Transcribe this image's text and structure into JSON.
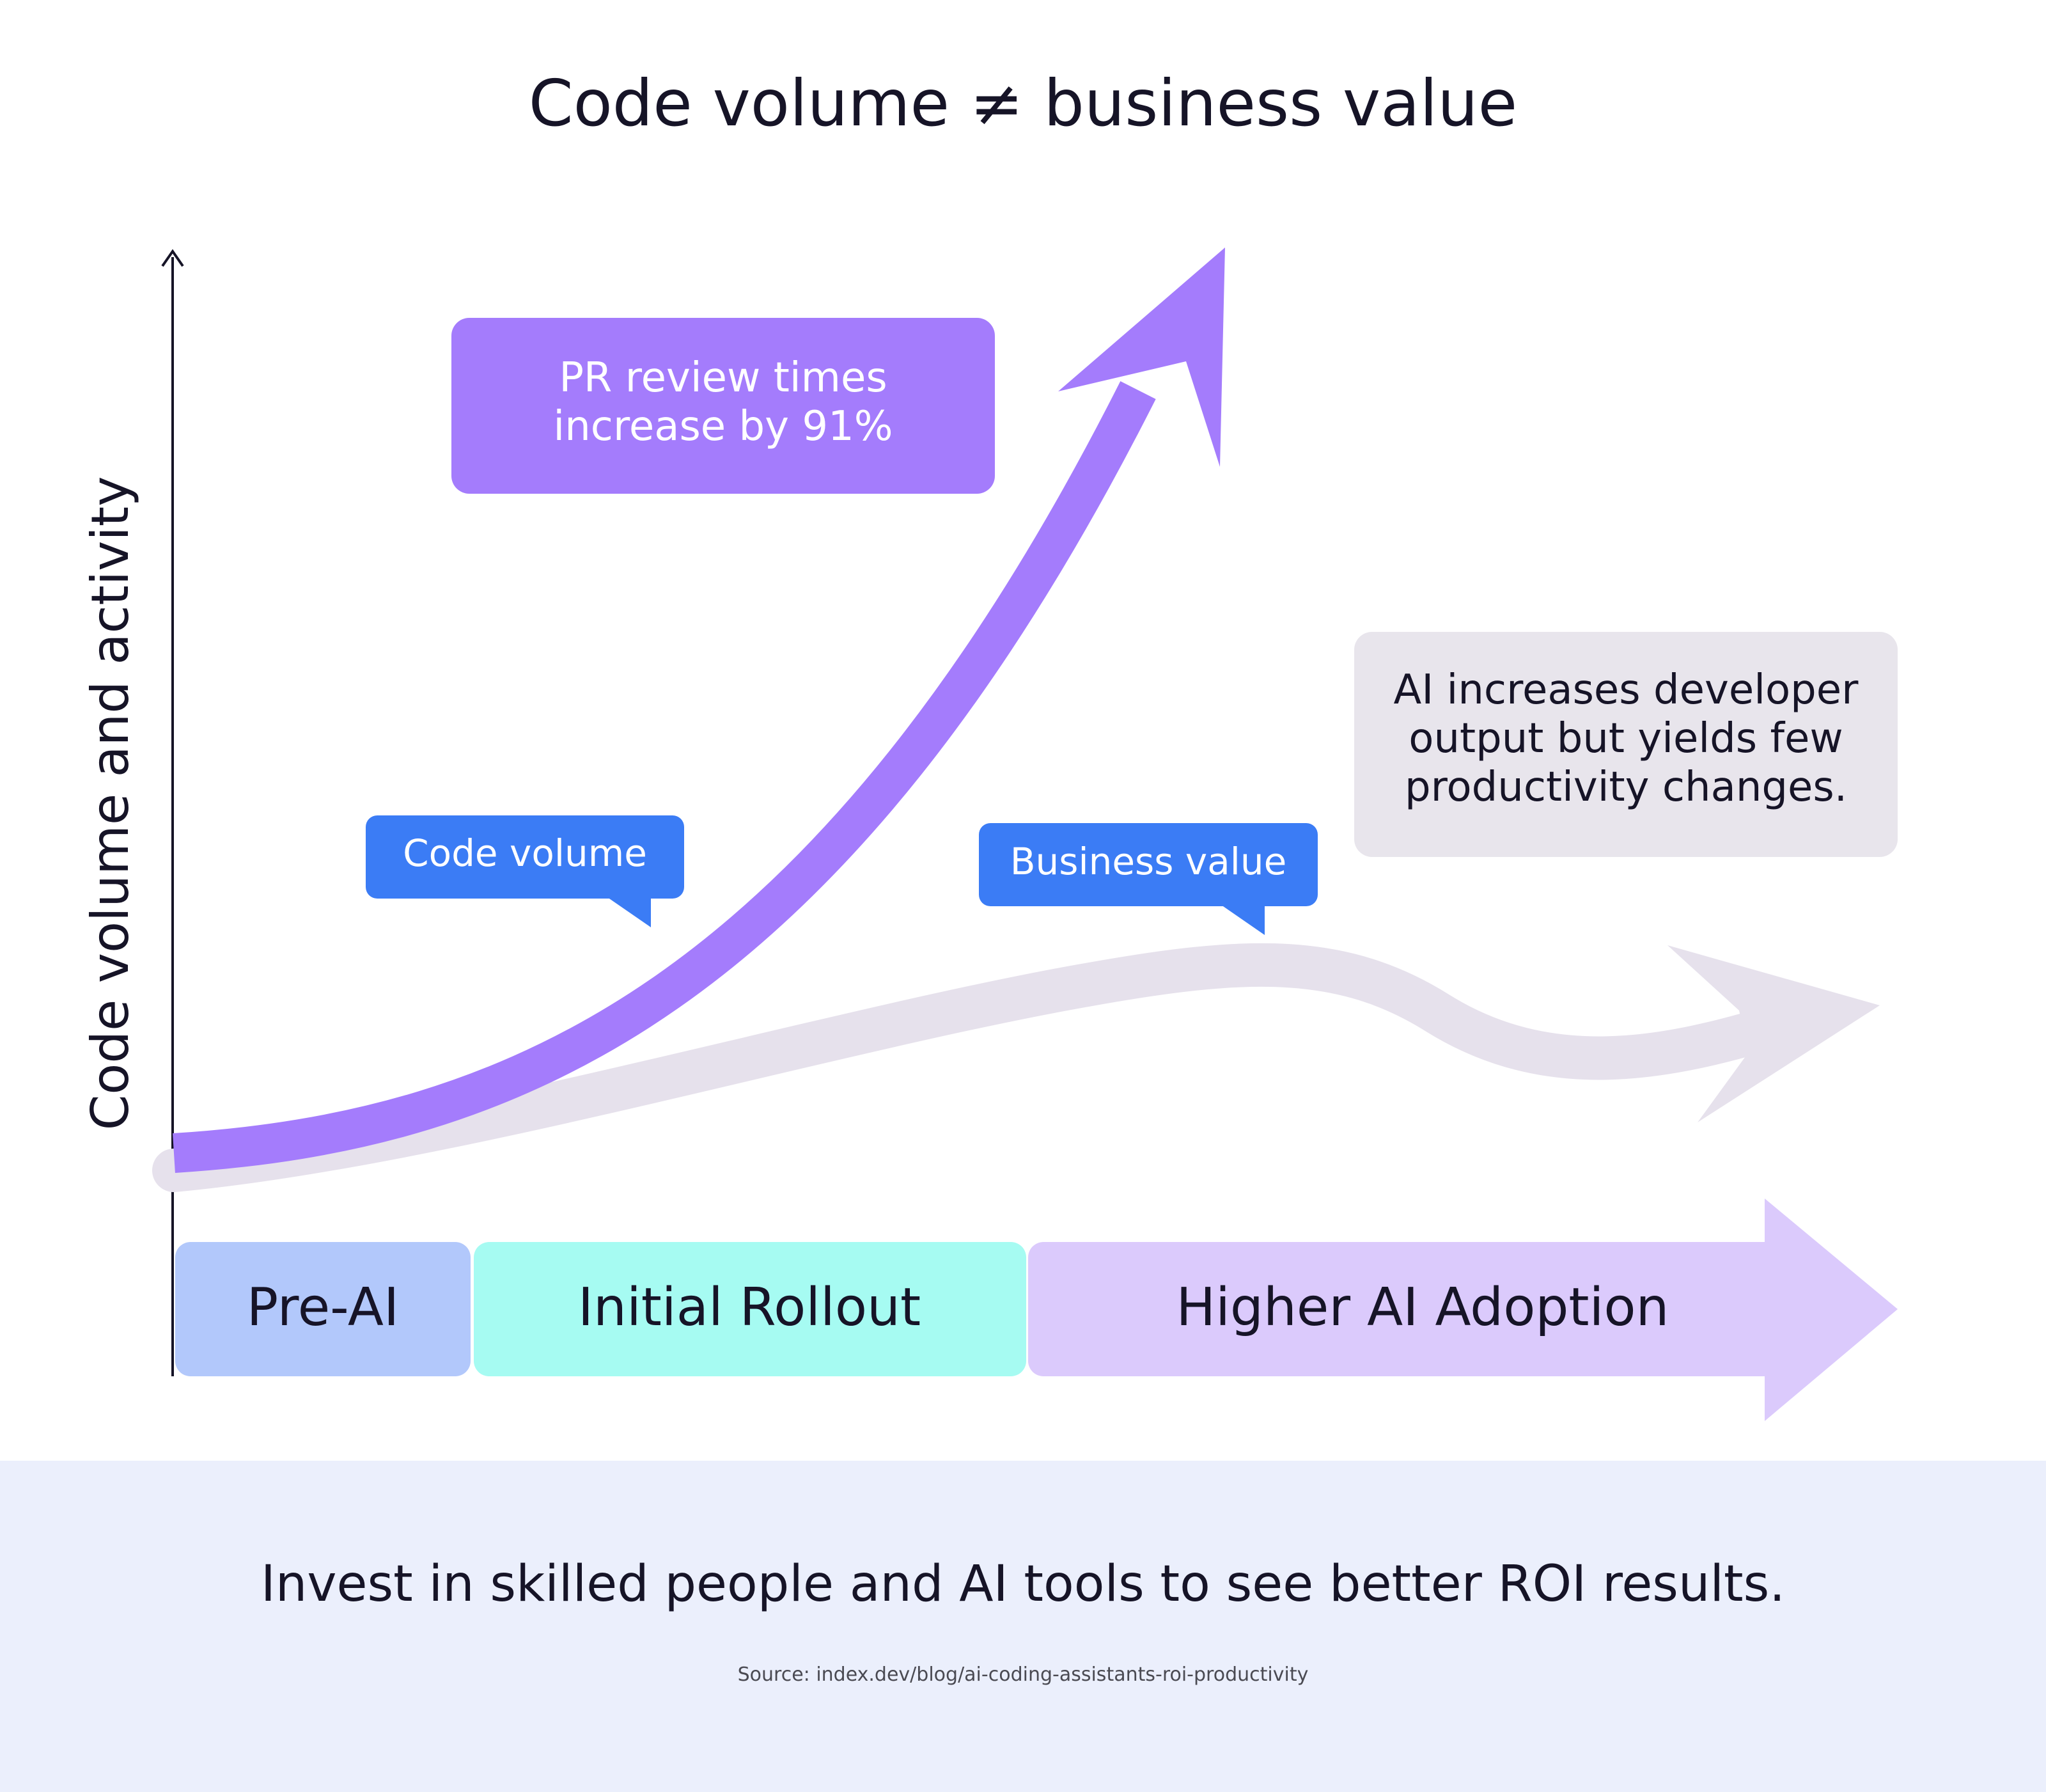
{
  "title": "Code volume ≠ business value",
  "y_axis_label": "Code volume and activity",
  "callouts": {
    "pr_review_line1": "PR review times",
    "pr_review_line2": "increase by 91%",
    "code_volume": "Code volume",
    "business_value": "Business value",
    "ai_note_line1": "AI increases developer",
    "ai_note_line2": "output but yields few",
    "ai_note_line3": "productivity changes."
  },
  "phases": [
    {
      "label": "Pre-AI",
      "color": "#b2c8fb"
    },
    {
      "label": "Initial Rollout",
      "color": "#a6fbf2"
    },
    {
      "label": "Higher AI Adoption",
      "color": "#dbcafc"
    }
  ],
  "footer": {
    "message": "Invest in skilled people and AI tools to see better ROI results.",
    "source": "Source: index.dev/blog/ai-coding-assistants-roi-productivity"
  },
  "colors": {
    "code_volume_curve": "#a47cfc",
    "business_value_curve": "#e6e1ec",
    "pr_box": "#a47cfc",
    "blue_callout": "#3b7cf5",
    "ai_note_box": "#e8e5ec",
    "footer_band": "#ebeffc"
  }
}
